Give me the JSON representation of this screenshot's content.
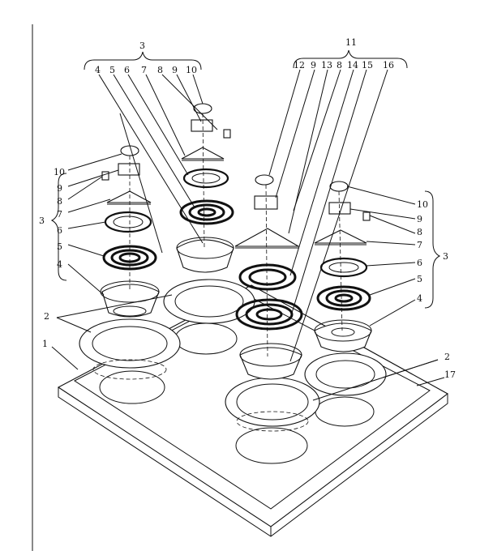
{
  "labels": {
    "group_left_top": "3",
    "group_right_top": "11",
    "top_left_row": [
      "4",
      "5",
      "6",
      "7",
      "8",
      "9",
      "10"
    ],
    "top_right_row": [
      "12",
      "9",
      "13",
      "8",
      "14",
      "15",
      "16"
    ],
    "left_side": [
      "10",
      "9",
      "8",
      "7",
      "6",
      "5",
      "4"
    ],
    "left_side_group": "3",
    "right_side": [
      "10",
      "9",
      "8",
      "7",
      "6",
      "5",
      "4"
    ],
    "right_side_group": "3",
    "ring_left": "2",
    "ring_right": "2",
    "cooktop": "1",
    "cooktop_frame": "17"
  }
}
